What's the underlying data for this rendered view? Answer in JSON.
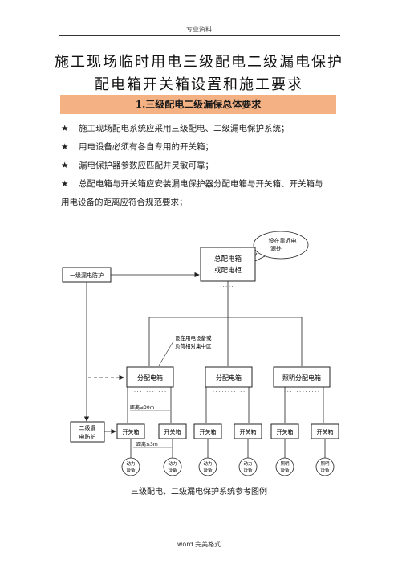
{
  "header": "专业资料",
  "title_line1": "施工现场临时用电三级配电二级漏电保护",
  "title_line2": "配电箱开关箱设置和施工要求",
  "section_heading": "1.三级配电二级漏保总体要求",
  "bullet_symbol": "★",
  "bullets": [
    "施工现场配电系统应采用三级配电、二级漏电保护系统；",
    "用电设备必须有各自专用的开关箱；",
    "漏电保护器参数应匹配并灵敏可靠；",
    "总配电箱与开关箱应安装漏电保护器分配电箱与开关箱、开关箱与",
    "用电设备的距离应符合规范要求；"
  ],
  "diagram": {
    "callout": [
      "设在靠近电",
      "源处"
    ],
    "main_box": [
      "总配电箱",
      "或配电柜"
    ],
    "first_protection": "一级漏电防护",
    "location_note": [
      "设在用电设备或",
      "负荷相对集中区"
    ],
    "dist_boxes": [
      "分配电箱",
      "分配电箱",
      "照明分配电箱"
    ],
    "second_protection": [
      "二级漏",
      "电防护"
    ],
    "switch_box": "开关箱",
    "dist_label_1": "距离≤30m",
    "dist_label_2": "距离≤3m",
    "power_device": [
      "动力",
      "设备"
    ],
    "lighting_device": [
      "照明",
      "设备"
    ]
  },
  "caption": "三级配电、二级漏电保护系统参考图例",
  "footer": "word 完美格式"
}
